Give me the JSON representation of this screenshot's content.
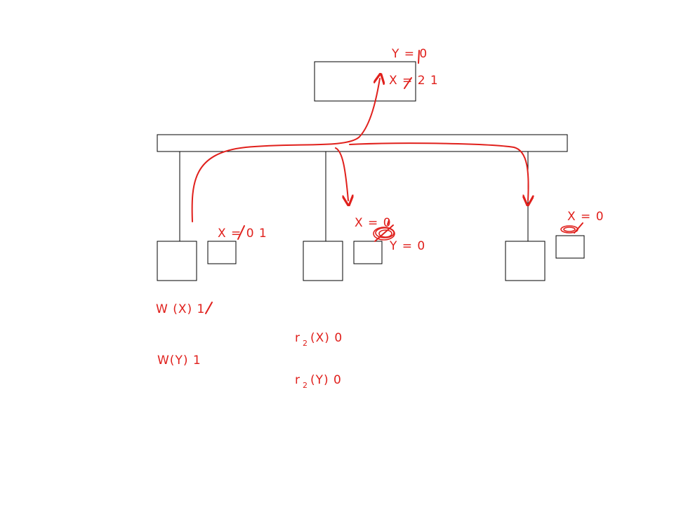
{
  "colors": {
    "ink": "#e0201c",
    "line": "#000000",
    "background": "#ffffff"
  },
  "memory": {
    "y_label": "Y = 0",
    "x_label": "X = 2 1"
  },
  "cache1": {
    "x_label": "X = 0 1"
  },
  "cache2": {
    "x_label": "X = 0",
    "y_label": "Y = 0"
  },
  "cache3": {
    "x_label": "X = 0"
  },
  "ops": {
    "w_x": "W (X) 1",
    "w_y": "W(Y) 1",
    "r2_x_main": "r",
    "r2_x_sub": "2",
    "r2_x_rest": "(X) 0",
    "r2_y_main": "r",
    "r2_y_sub": "2",
    "r2_y_rest": "(Y) 0"
  }
}
